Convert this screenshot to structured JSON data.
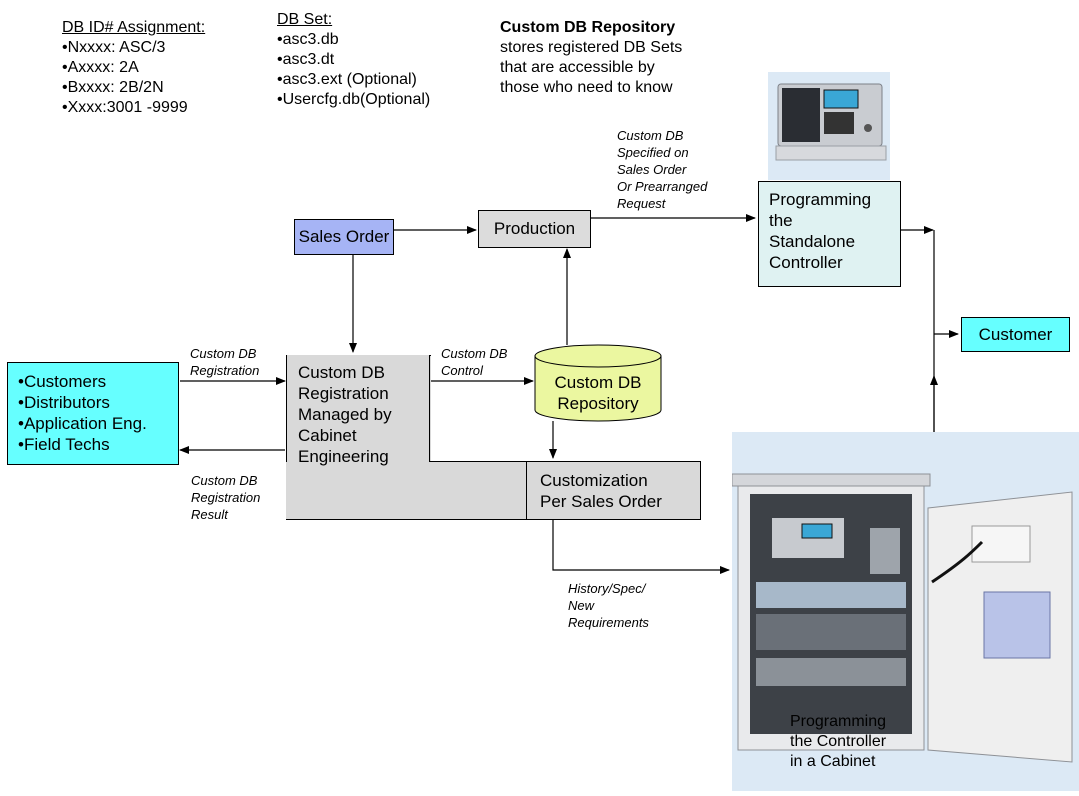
{
  "db_id_assignment": {
    "heading": "DB ID# Assignment:",
    "items": [
      "•Nxxxx: ASC/3",
      "•Axxxx: 2A",
      "•Bxxxx: 2B/2N",
      "•Xxxx:3001 -9999"
    ]
  },
  "db_set": {
    "heading": "DB Set:",
    "items": [
      "•asc3.db",
      "•asc3.dt",
      "•asc3.ext (Optional)",
      "•Usercfg.db(Optional)"
    ]
  },
  "repo_note": {
    "title": "Custom DB Repository",
    "lines": [
      "stores registered DB Sets",
      "that are accessible by",
      "those who need to know"
    ]
  },
  "nodes": {
    "sales_order": "Sales Order",
    "production": "Production",
    "standalone": [
      "Programming",
      "the",
      "Standalone",
      "Controller"
    ],
    "customer": "Customer",
    "registration": [
      "Custom DB",
      "Registration",
      "Managed by",
      "Cabinet",
      "Engineering"
    ],
    "repository": [
      "Custom DB",
      "Repository"
    ],
    "customization": [
      "Customization",
      "Per Sales Order"
    ],
    "requesters": [
      "•Customers",
      "•Distributors",
      "•Application Eng.",
      "•Field Techs"
    ],
    "cabinet": [
      "Programming",
      "the Controller",
      "in a Cabinet"
    ]
  },
  "edge_labels": {
    "custom_db_specified": [
      "Custom DB",
      "Specified on",
      "Sales Order",
      "Or Prearranged",
      "Request"
    ],
    "custom_db_registration": [
      "Custom DB",
      "Registration"
    ],
    "custom_db_control": [
      "Custom DB",
      "Control"
    ],
    "custom_db_registration_result": [
      "Custom DB",
      "Registration",
      "Result"
    ],
    "history_spec": [
      "History/Spec/",
      "New",
      "Requirements"
    ]
  },
  "colors": {
    "sales_order_fill": "#a6b4f5",
    "production_fill": "#dcdcdc",
    "standalone_fill": "#dff2f2",
    "customer_fill": "#66ffff",
    "requesters_fill": "#66ffff",
    "registration_fill": "#d9d9d9",
    "repository_fill": "#ebf7a0",
    "customization_fill": "#d9d9d9",
    "photo_bg": "#dce9f5"
  },
  "icons": {
    "standalone_photo": "controller-unit-photo",
    "cabinet_photo": "traffic-cabinet-photo"
  }
}
